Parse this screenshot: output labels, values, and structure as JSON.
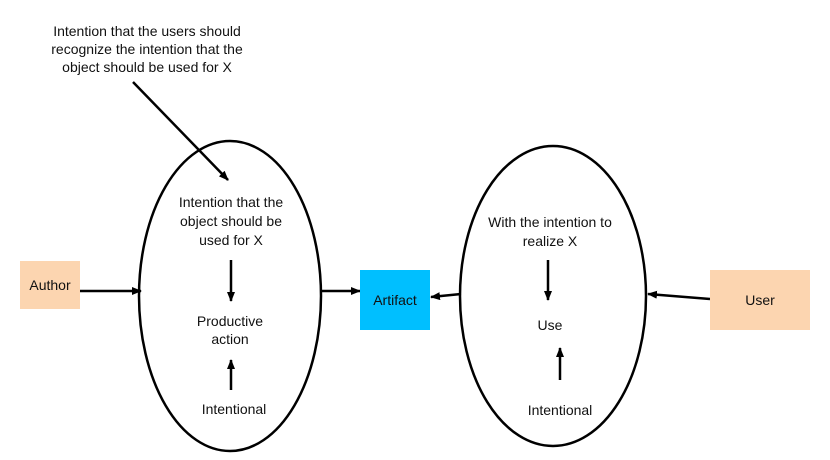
{
  "annotation": {
    "line1": "Intention that the users should",
    "line2": "recognize the intention that the",
    "line3": "object should be used for X"
  },
  "author_box": {
    "label": "Author"
  },
  "artifact_box": {
    "label": "Artifact"
  },
  "user_box": {
    "label": "User"
  },
  "left_ellipse": {
    "top_line1": "Intention that the",
    "top_line2": "object should be",
    "top_line3": "used for X",
    "middle_line1": "Productive",
    "middle_line2": "action",
    "bottom": "Intentional"
  },
  "right_ellipse": {
    "top_line1": "With the intention to",
    "top_line2": "realize X",
    "middle": "Use",
    "bottom": "Intentional"
  },
  "colors": {
    "author_fill": "#fcd5b0",
    "user_fill": "#fcd5b0",
    "artifact_fill": "#00bfff",
    "stroke": "#000000"
  }
}
